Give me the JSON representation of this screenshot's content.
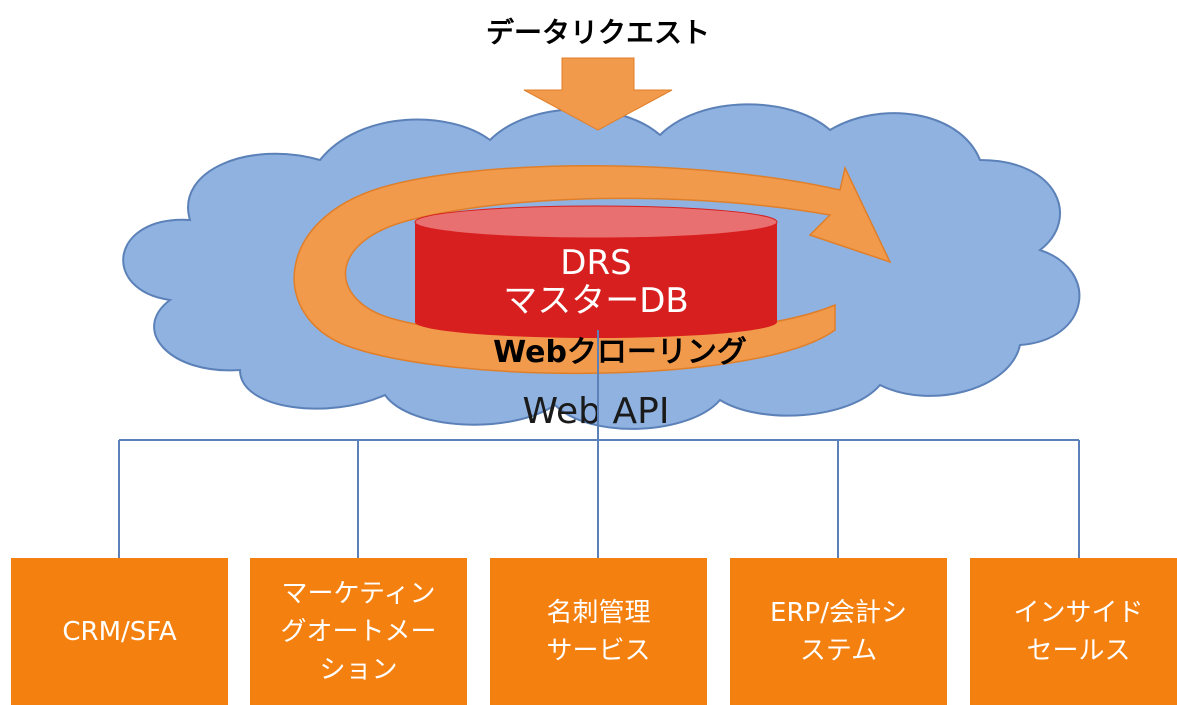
{
  "diagram": {
    "request_label": "データリクエスト",
    "db_label_line1": "DRS",
    "db_label_line2": "マスターDB",
    "crawling_label": "Webクローリング",
    "api_label": "Web API",
    "targets": [
      {
        "line1": "CRM/SFA",
        "line2": "",
        "line3": ""
      },
      {
        "line1": "マーケティン",
        "line2": "グオートメー",
        "line3": "ション"
      },
      {
        "line1": "名刺管理",
        "line2": "サービス",
        "line3": ""
      },
      {
        "line1": "ERP/会計シ",
        "line2": "ステム",
        "line3": ""
      },
      {
        "line1": "インサイド",
        "line2": "セールス",
        "line3": ""
      }
    ],
    "colors": {
      "cloud_fill": "#8fb2e0",
      "cloud_stroke": "#5b81b8",
      "arrow_orange": "#f29a4b",
      "db_red": "#d81f1f",
      "db_top": "#e87070",
      "box_orange": "#f4800f",
      "line_blue": "#5b81b8"
    }
  }
}
